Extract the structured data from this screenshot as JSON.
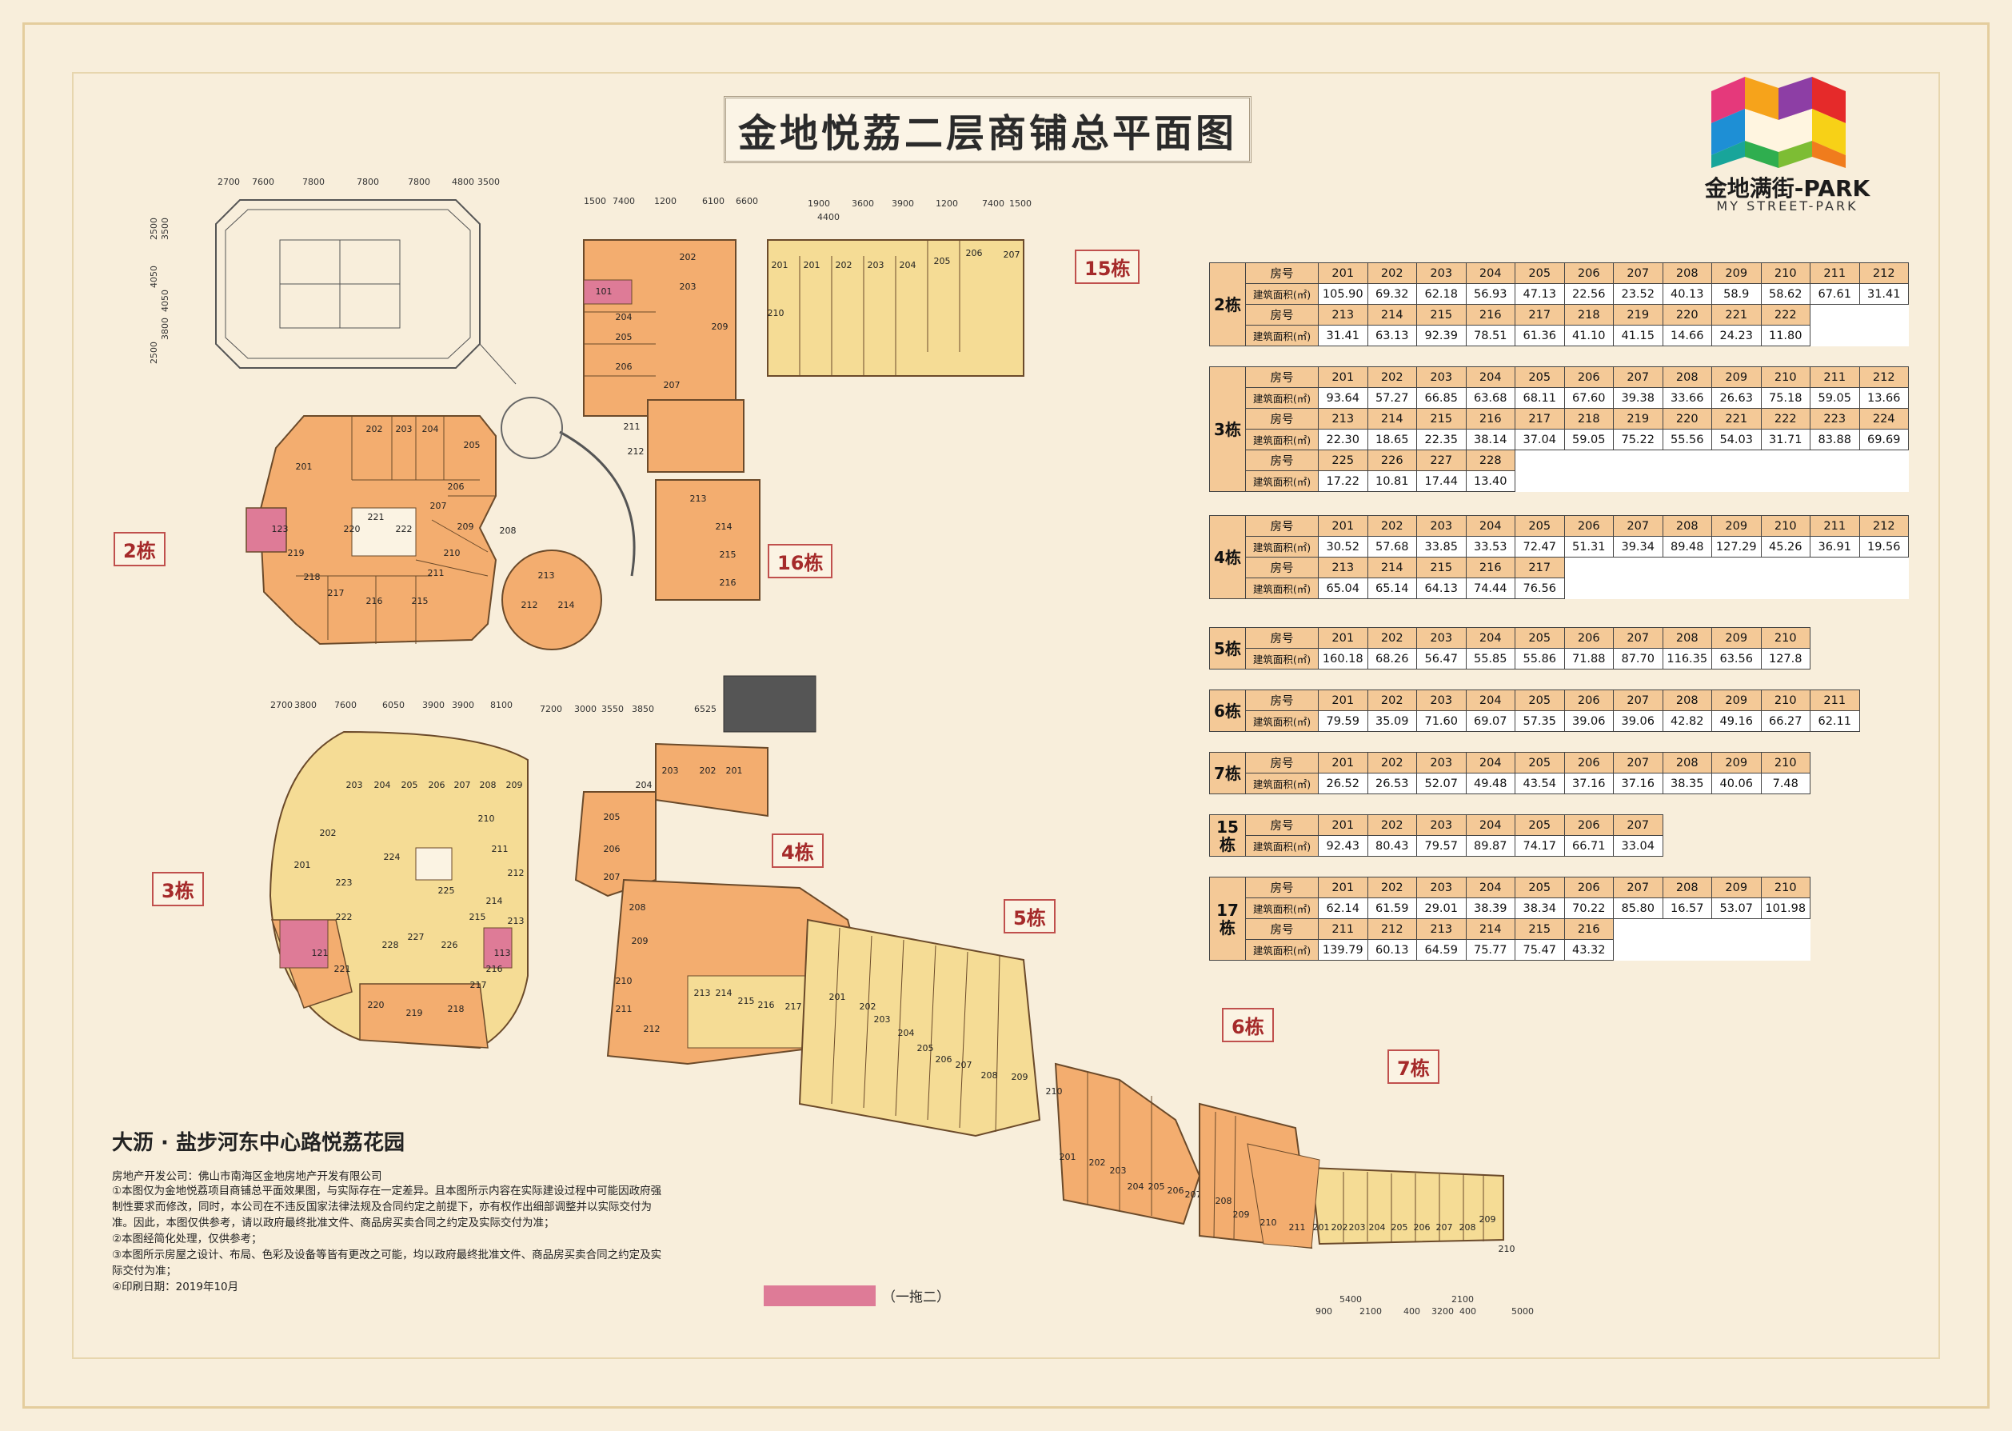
{
  "title": "金地悦荔二层商铺总平面图",
  "logo": {
    "brand": "金地满街-PARK",
    "sub": "MY STREET-PARK"
  },
  "project": "大沥 · 盐步河东中心路悦荔花园",
  "developer": "房地产开发公司：佛山市南海区金地房地产开发有限公司",
  "notes": [
    "①本图仅为金地悦荔项目商铺总平面效果图，与实际存在一定差异。且本图所示内容在实际建设过程中可能因政府强制性要求而修改，同时，本公司在不违反国家法律法规及合同约定之前提下，亦有权作出细部调整并以实际交付为准。因此，本图仅供参考，请以政府最终批准文件、商品房买卖合同之约定及实际交付为准；",
    "②本图经简化处理，仅供参考；",
    "③本图所示房屋之设计、布局、色彩及设备等皆有更改之可能，均以政府最终批准文件、商品房买卖合同之约定及实际交付为准；",
    "④印刷日期：2019年10月"
  ],
  "legend": {
    "label": "（一拖二）",
    "color": "#de7b97"
  },
  "colors": {
    "shop_orange": "#f3ad6f",
    "shop_yellow": "#f5dc95",
    "one_two": "#de7b97",
    "header": "#f4c997"
  },
  "labels": {
    "room_no": "房号",
    "area": "建筑面积(㎡)"
  },
  "building_tags": [
    "15栋",
    "2栋",
    "16栋",
    "3栋",
    "4栋",
    "5栋",
    "6栋",
    "7栋"
  ],
  "dimension_texts": {
    "b2_top": [
      "2700",
      "7600",
      "7800",
      "7800",
      "7800",
      "4800",
      "3500"
    ],
    "b2_left": [
      "2500",
      "3500",
      "4050",
      "4050",
      "3800",
      "2500"
    ],
    "b15_top": [
      "1500",
      "7400",
      "1200",
      "6100",
      "6600",
      "4400",
      "1900",
      "3600",
      "3900",
      "1200",
      "7400",
      "1500"
    ],
    "b3_top": [
      "2700",
      "3800",
      "7600",
      "6050",
      "3900",
      "3900",
      "8100",
      "7200",
      "3000",
      "3550",
      "3850",
      "6525"
    ],
    "b7_bottom": [
      "900",
      "5400",
      "2100",
      "400",
      "3200",
      "2100",
      "400",
      "5000"
    ]
  },
  "plan_units": {
    "b15": [
      "201",
      "201",
      "202",
      "203",
      "204",
      "205",
      "206",
      "207",
      "210",
      "202",
      "203",
      "209",
      "101",
      "204",
      "205",
      "206",
      "207",
      "211",
      "212"
    ],
    "b2": [
      "201",
      "202",
      "203",
      "204",
      "205",
      "206",
      "207",
      "208",
      "209",
      "210",
      "211",
      "215",
      "216",
      "217",
      "218",
      "219",
      "123",
      "220",
      "221",
      "222"
    ],
    "b16": [
      "213",
      "214",
      "215",
      "216"
    ],
    "b16_round": [
      "213",
      "212",
      "214"
    ],
    "b3": [
      "201",
      "202",
      "203",
      "204",
      "205",
      "206",
      "207",
      "208",
      "209",
      "210",
      "211",
      "212",
      "213",
      "214",
      "215",
      "216",
      "217",
      "218",
      "219",
      "220",
      "221",
      "222",
      "223",
      "224",
      "225",
      "226",
      "227",
      "228",
      "121",
      "113"
    ],
    "b4": [
      "201",
      "202",
      "203",
      "204",
      "205",
      "206",
      "207",
      "208",
      "209",
      "210",
      "211",
      "212",
      "213",
      "214",
      "215",
      "216",
      "217"
    ],
    "b5": [
      "201",
      "202",
      "203",
      "204",
      "205",
      "206",
      "207",
      "208",
      "209",
      "210"
    ],
    "b6": [
      "201",
      "202",
      "203",
      "204",
      "205",
      "206",
      "207",
      "208",
      "209",
      "210",
      "211"
    ],
    "b7": [
      "201",
      "202",
      "203",
      "204",
      "205",
      "206",
      "207",
      "208",
      "209",
      "210"
    ]
  },
  "tables": [
    {
      "bldg": "2栋",
      "rows": [
        {
          "rooms": [
            "201",
            "202",
            "203",
            "204",
            "205",
            "206",
            "207",
            "208",
            "209",
            "210",
            "211",
            "212"
          ],
          "areas": [
            "105.90",
            "69.32",
            "62.18",
            "56.93",
            "47.13",
            "22.56",
            "23.52",
            "40.13",
            "58.9",
            "58.62",
            "67.61",
            "31.41"
          ]
        },
        {
          "rooms": [
            "213",
            "214",
            "215",
            "216",
            "217",
            "218",
            "219",
            "220",
            "221",
            "222"
          ],
          "areas": [
            "31.41",
            "63.13",
            "92.39",
            "78.51",
            "61.36",
            "41.10",
            "41.15",
            "14.66",
            "24.23",
            "11.80"
          ]
        }
      ]
    },
    {
      "bldg": "3栋",
      "rows": [
        {
          "rooms": [
            "201",
            "202",
            "203",
            "204",
            "205",
            "206",
            "207",
            "208",
            "209",
            "210",
            "211",
            "212"
          ],
          "areas": [
            "93.64",
            "57.27",
            "66.85",
            "63.68",
            "68.11",
            "67.60",
            "39.38",
            "33.66",
            "26.63",
            "75.18",
            "59.05",
            "13.66"
          ]
        },
        {
          "rooms": [
            "213",
            "214",
            "215",
            "216",
            "217",
            "218",
            "219",
            "220",
            "221",
            "222",
            "223",
            "224"
          ],
          "areas": [
            "22.30",
            "18.65",
            "22.35",
            "38.14",
            "37.04",
            "59.05",
            "75.22",
            "55.56",
            "54.03",
            "31.71",
            "83.88",
            "69.69"
          ]
        },
        {
          "rooms": [
            "225",
            "226",
            "227",
            "228"
          ],
          "areas": [
            "17.22",
            "10.81",
            "17.44",
            "13.40"
          ]
        }
      ]
    },
    {
      "bldg": "4栋",
      "rows": [
        {
          "rooms": [
            "201",
            "202",
            "203",
            "204",
            "205",
            "206",
            "207",
            "208",
            "209",
            "210",
            "211",
            "212"
          ],
          "areas": [
            "30.52",
            "57.68",
            "33.85",
            "33.53",
            "72.47",
            "51.31",
            "39.34",
            "89.48",
            "127.29",
            "45.26",
            "36.91",
            "19.56"
          ]
        },
        {
          "rooms": [
            "213",
            "214",
            "215",
            "216",
            "217"
          ],
          "areas": [
            "65.04",
            "65.14",
            "64.13",
            "74.44",
            "76.56"
          ]
        }
      ]
    },
    {
      "bldg": "5栋",
      "rows": [
        {
          "rooms": [
            "201",
            "202",
            "203",
            "204",
            "205",
            "206",
            "207",
            "208",
            "209",
            "210"
          ],
          "areas": [
            "160.18",
            "68.26",
            "56.47",
            "55.85",
            "55.86",
            "71.88",
            "87.70",
            "116.35",
            "63.56",
            "127.8"
          ]
        }
      ]
    },
    {
      "bldg": "6栋",
      "rows": [
        {
          "rooms": [
            "201",
            "202",
            "203",
            "204",
            "205",
            "206",
            "207",
            "208",
            "209",
            "210",
            "211"
          ],
          "areas": [
            "79.59",
            "35.09",
            "71.60",
            "69.07",
            "57.35",
            "39.06",
            "39.06",
            "42.82",
            "49.16",
            "66.27",
            "62.11"
          ]
        }
      ]
    },
    {
      "bldg": "7栋",
      "rows": [
        {
          "rooms": [
            "201",
            "202",
            "203",
            "204",
            "205",
            "206",
            "207",
            "208",
            "209",
            "210"
          ],
          "areas": [
            "26.52",
            "26.53",
            "52.07",
            "49.48",
            "43.54",
            "37.16",
            "37.16",
            "38.35",
            "40.06",
            "7.48"
          ]
        }
      ]
    },
    {
      "bldg": "15栋",
      "rows": [
        {
          "rooms": [
            "201",
            "202",
            "203",
            "204",
            "205",
            "206",
            "207"
          ],
          "areas": [
            "92.43",
            "80.43",
            "79.57",
            "89.87",
            "74.17",
            "66.71",
            "33.04"
          ]
        }
      ]
    },
    {
      "bldg": "17栋",
      "rows": [
        {
          "rooms": [
            "201",
            "202",
            "203",
            "204",
            "205",
            "206",
            "207",
            "208",
            "209",
            "210"
          ],
          "areas": [
            "62.14",
            "61.59",
            "29.01",
            "38.39",
            "38.34",
            "70.22",
            "85.80",
            "16.57",
            "53.07",
            "101.98"
          ]
        },
        {
          "rooms": [
            "211",
            "212",
            "213",
            "214",
            "215",
            "216"
          ],
          "areas": [
            "139.79",
            "60.13",
            "64.59",
            "75.77",
            "75.47",
            "43.32"
          ]
        }
      ]
    }
  ]
}
